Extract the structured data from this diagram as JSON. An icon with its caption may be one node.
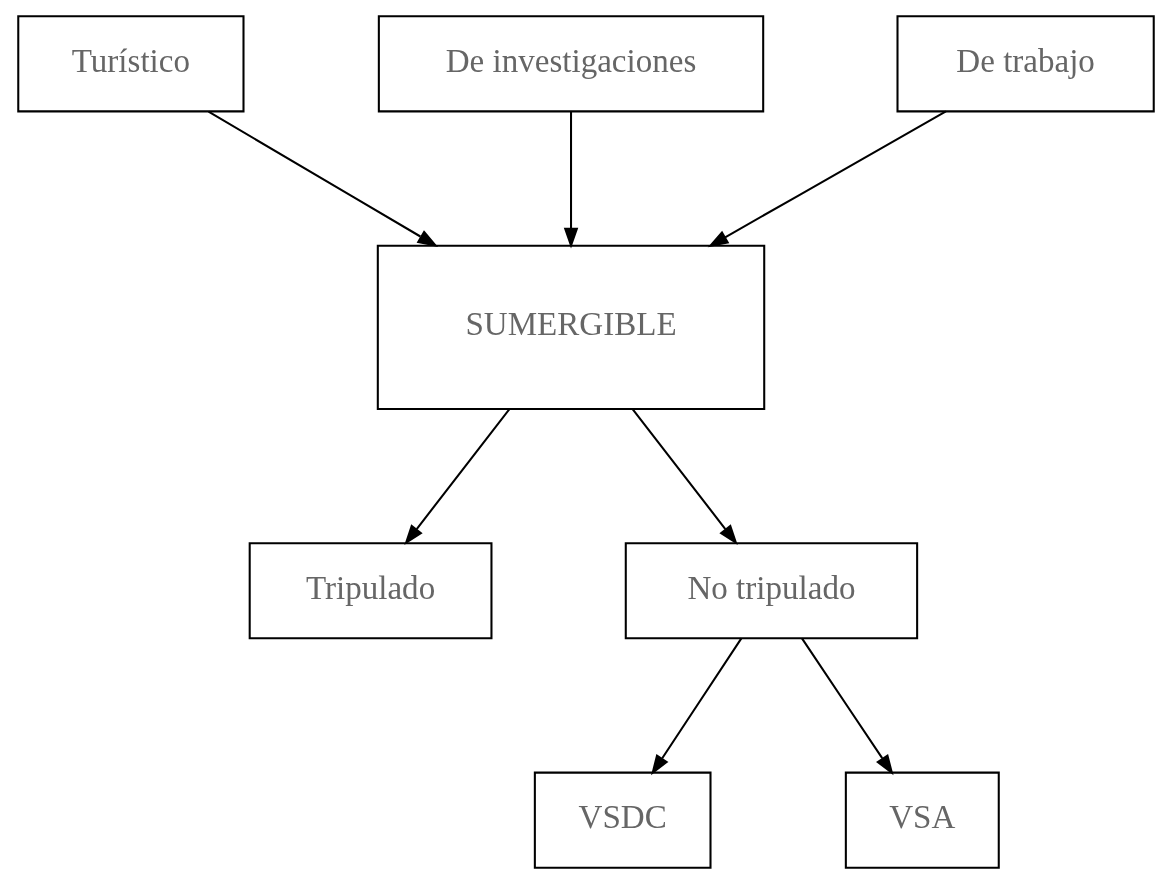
{
  "diagram": {
    "nodes": [
      {
        "text": [
          "Turístico"
        ]
      },
      {
        "text": [
          "De investigaciones"
        ]
      },
      {
        "text": [
          "De trabajo"
        ]
      },
      {
        "text": [
          "SUMERGIBLE"
        ]
      },
      {
        "text": [
          "Tripulado"
        ]
      },
      {
        "text": [
          "No tripulado"
        ]
      },
      {
        "text": [
          "VSDC"
        ]
      },
      {
        "text": [
          "VSA"
        ]
      }
    ],
    "edges": [
      {
        "from": 0,
        "to": 3,
        "arrow": "to"
      },
      {
        "from": 1,
        "to": 3,
        "arrow": "to"
      },
      {
        "from": 2,
        "to": 3,
        "arrow": "to"
      },
      {
        "from": 3,
        "to": 4,
        "arrow": "to"
      },
      {
        "from": 3,
        "to": 5,
        "arrow": "to"
      },
      {
        "from": 5,
        "to": 6,
        "arrow": "to"
      },
      {
        "from": 5,
        "to": 7,
        "arrow": "to"
      }
    ]
  }
}
